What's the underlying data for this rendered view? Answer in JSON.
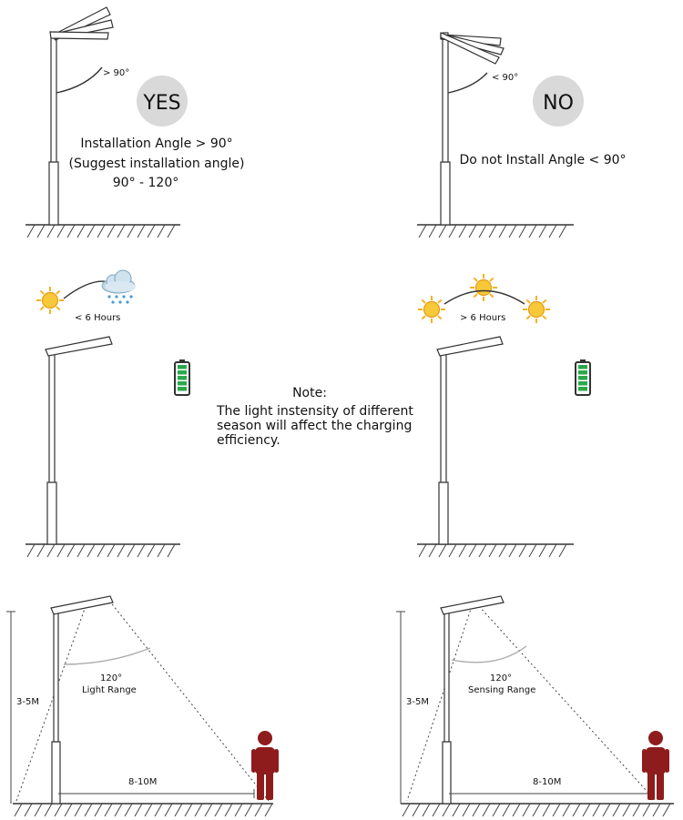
{
  "panel_yes": {
    "angle_label": "> 90°",
    "badge": "YES",
    "lines": [
      "Installation Angle > 90°",
      "(Suggest installation angle)",
      "90°  - 120°"
    ]
  },
  "panel_no": {
    "angle_label": "< 90°",
    "badge": "NO",
    "line": "Do not Install Angle < 90°"
  },
  "panel_cloudy": {
    "hours_label": "< 6 Hours",
    "battery_bars": 5,
    "battery_color": "#2aa84a"
  },
  "panel_sunny": {
    "hours_label": "> 6 Hours",
    "battery_bars": 5,
    "battery_color": "#2aa84a"
  },
  "note": {
    "title": "Note:",
    "lines": [
      "The light instensity of different",
      "season will affect the charging",
      "efficiency."
    ]
  },
  "panel_light": {
    "height_label": "3-5M",
    "angle_label": "120°",
    "range_label": "Light  Range",
    "distance_label": "8-10M"
  },
  "panel_sensing": {
    "height_label": "3-5M",
    "angle_label": "120°",
    "range_label": "Sensing Range",
    "distance_label": "8-10M"
  },
  "colors": {
    "person": "#8e1c1c",
    "sun": "#f4b320",
    "sun_core": "#f7c83a",
    "badge": "#d9d9d9"
  }
}
